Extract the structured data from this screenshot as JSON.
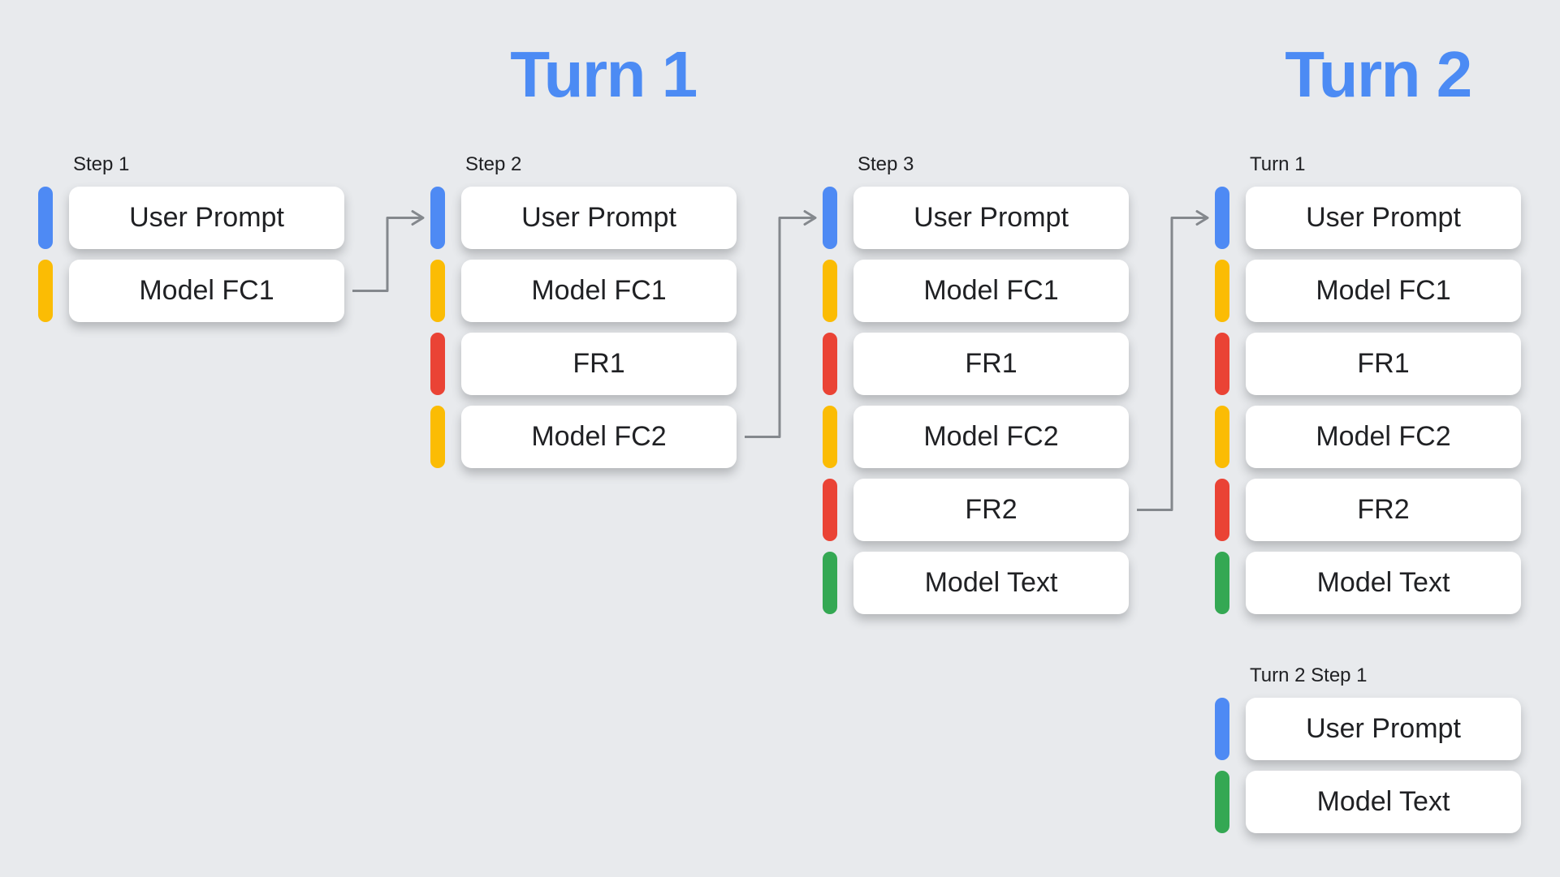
{
  "palette": {
    "background": "#E8EAED",
    "header_text": "#4C8BF4",
    "arrow": "#84888D",
    "box_background": "#FFFFFF",
    "box_text": "#202124",
    "label_text": "#202124",
    "type_colors": {
      "user_prompt": "#4E8AF4",
      "model_function_call": "#FBBC04",
      "function_response": "#EA4335",
      "model_text": "#34A853"
    }
  },
  "headers": [
    {
      "label": "Turn 1"
    },
    {
      "label": "Turn 2"
    }
  ],
  "groups": [
    {
      "label": "Step 1",
      "column": "col1",
      "band": "top",
      "blocks": [
        {
          "label": "User Prompt",
          "type": "user_prompt"
        },
        {
          "label": "Model FC1",
          "type": "model_function_call"
        }
      ]
    },
    {
      "label": "Step 2",
      "column": "col2",
      "band": "top",
      "blocks": [
        {
          "label": "User Prompt",
          "type": "user_prompt"
        },
        {
          "label": "Model FC1",
          "type": "model_function_call"
        },
        {
          "label": "FR1",
          "type": "function_response"
        },
        {
          "label": "Model FC2",
          "type": "model_function_call"
        }
      ]
    },
    {
      "label": "Step 3",
      "column": "col3",
      "band": "top",
      "blocks": [
        {
          "label": "User Prompt",
          "type": "user_prompt"
        },
        {
          "label": "Model FC1",
          "type": "model_function_call"
        },
        {
          "label": "FR1",
          "type": "function_response"
        },
        {
          "label": "Model FC2",
          "type": "model_function_call"
        },
        {
          "label": "FR2",
          "type": "function_response"
        },
        {
          "label": "Model Text",
          "type": "model_text"
        }
      ]
    },
    {
      "label": "Turn 1",
      "column": "col4",
      "band": "top",
      "blocks": [
        {
          "label": "User Prompt",
          "type": "user_prompt"
        },
        {
          "label": "Model FC1",
          "type": "model_function_call"
        },
        {
          "label": "FR1",
          "type": "function_response"
        },
        {
          "label": "Model FC2",
          "type": "model_function_call"
        },
        {
          "label": "FR2",
          "type": "function_response"
        },
        {
          "label": "Model Text",
          "type": "model_text"
        }
      ]
    },
    {
      "label": "Turn 2 Step 1",
      "column": "col4",
      "band": "lower",
      "blocks": [
        {
          "label": "User Prompt",
          "type": "user_prompt"
        },
        {
          "label": "Model Text",
          "type": "model_text"
        }
      ]
    }
  ],
  "arrows": [
    {
      "from": {
        "group": 0,
        "block": 1
      },
      "to": {
        "group": 1,
        "block": 0
      }
    },
    {
      "from": {
        "group": 1,
        "block": 3
      },
      "to": {
        "group": 2,
        "block": 0
      }
    },
    {
      "from": {
        "group": 2,
        "block": 4
      },
      "to": {
        "group": 3,
        "block": 0
      }
    }
  ]
}
